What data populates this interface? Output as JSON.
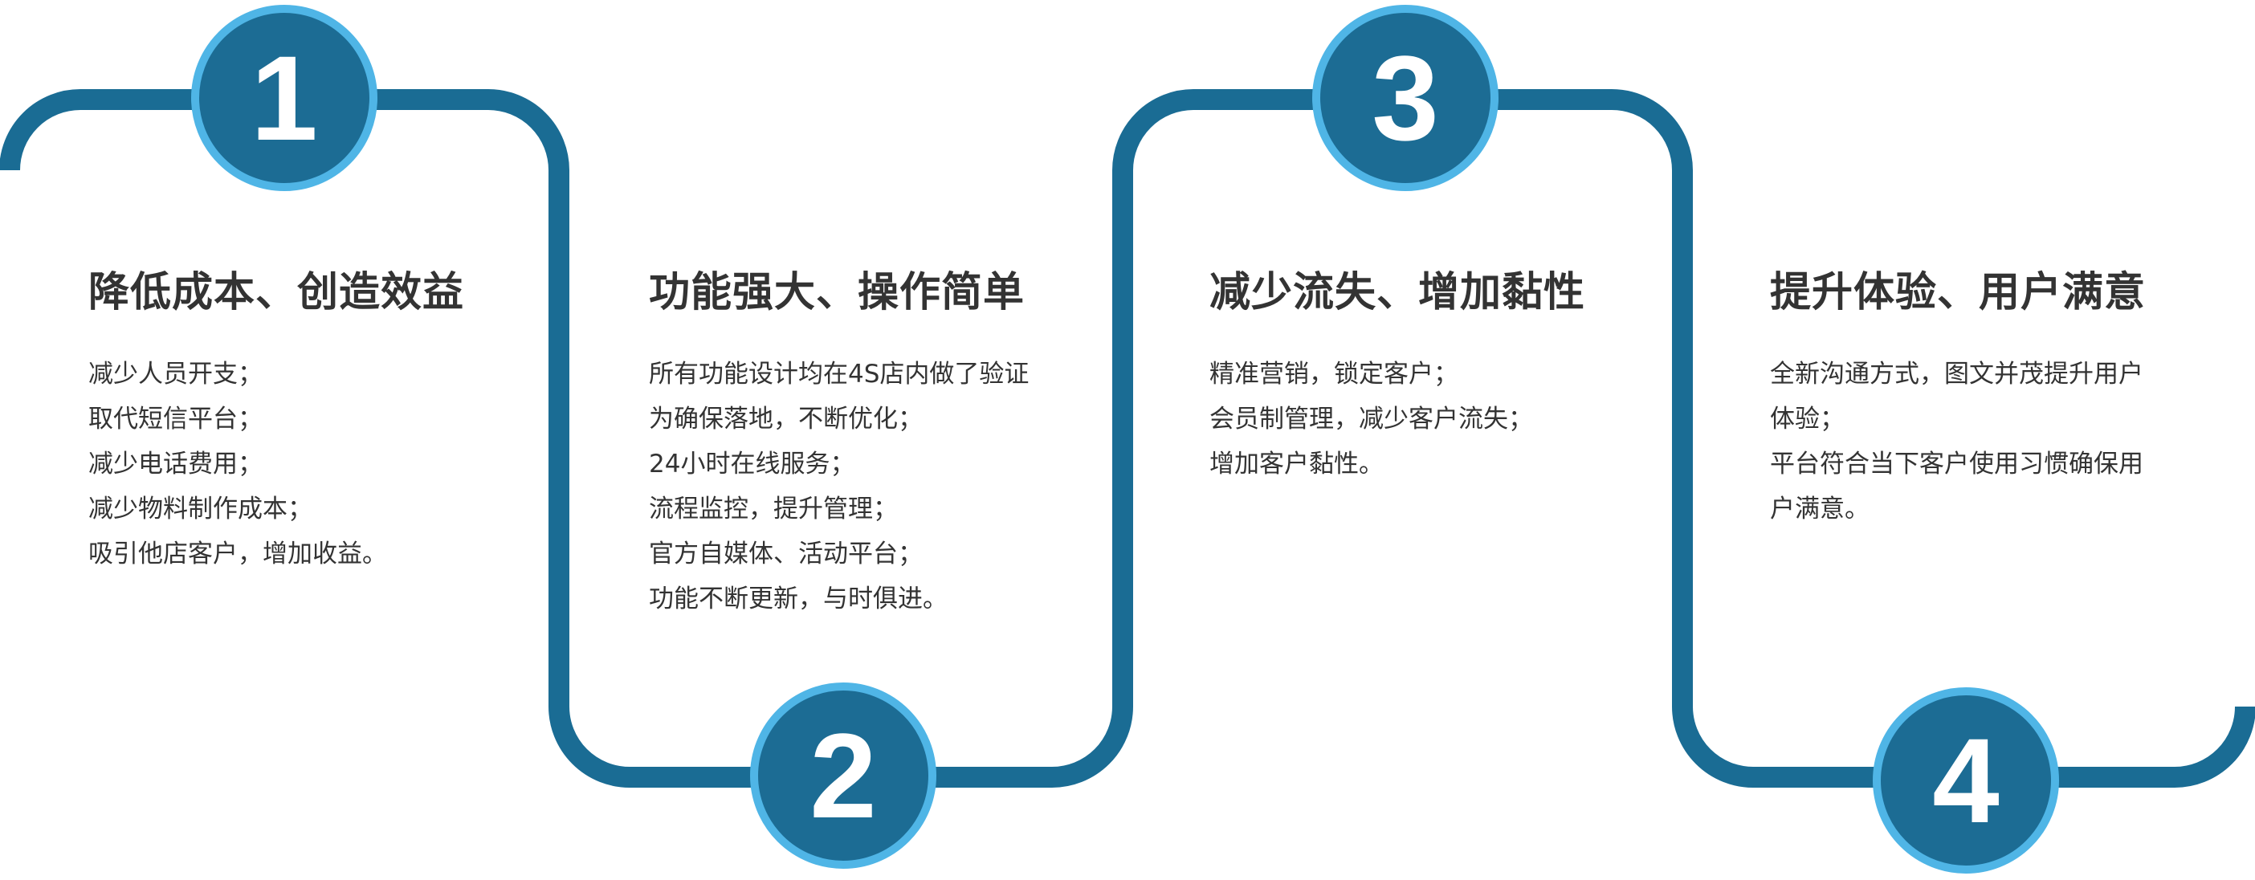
{
  "colors": {
    "track": "#1a6c94",
    "badge_fill": "#1c6c94",
    "badge_ring": "#4fb5e6",
    "text": "#333333"
  },
  "steps": [
    {
      "number": "1",
      "title": "降低成本、创造效益",
      "items": [
        "减少人员开支；",
        "取代短信平台；",
        "减少电话费用；",
        "减少物料制作成本；",
        "吸引他店客户，增加收益。"
      ]
    },
    {
      "number": "2",
      "title": "功能强大、操作简单",
      "items": [
        "所有功能设计均在4S店内做了验证",
        "为确保落地，不断优化；",
        "24小时在线服务；",
        "流程监控，提升管理；",
        "官方自媒体、活动平台；",
        "功能不断更新，与时俱进。"
      ]
    },
    {
      "number": "3",
      "title": "减少流失、增加黏性",
      "items": [
        "精准营销，锁定客户；",
        "会员制管理，减少客户流失；",
        "增加客户黏性。"
      ]
    },
    {
      "number": "4",
      "title": "提升体验、用户满意",
      "items": [
        "全新沟通方式，图文并茂提升用户",
        "体验；",
        "平台符合当下客户使用习惯确保用",
        "户满意。"
      ]
    }
  ]
}
